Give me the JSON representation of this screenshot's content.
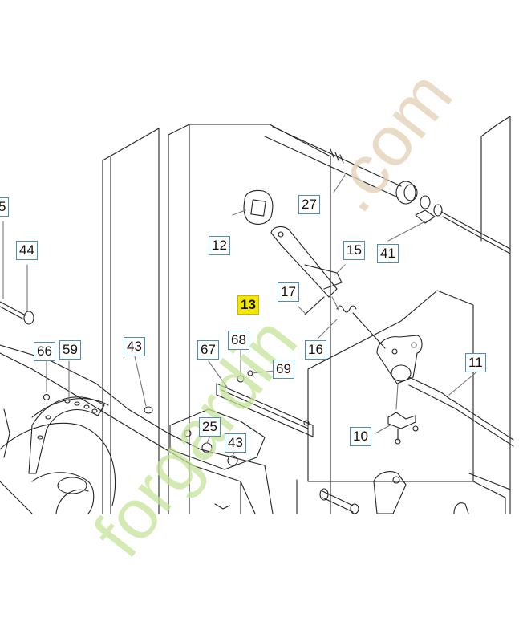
{
  "colors": {
    "line": "#222222",
    "label_border": "#4a8fb5",
    "highlight": "#f5e600",
    "watermark_green": "#c6e39a",
    "watermark_tan": "#e4d2b8",
    "watermark_orange": "#f2c48a"
  },
  "highlighted_part": "13",
  "labels": {
    "p5": "5",
    "p44": "44",
    "p66": "66",
    "p59": "59",
    "p43a": "43",
    "p12": "12",
    "p27": "27",
    "p15": "15",
    "p41": "41",
    "p13": "13",
    "p17": "17",
    "p67": "67",
    "p68": "68",
    "p69": "69",
    "p16": "16",
    "p11": "11",
    "p25": "25",
    "p43b": "43",
    "p10": "10"
  },
  "watermark": {
    "text_main": "forgardin",
    "text_dot": ".com"
  }
}
